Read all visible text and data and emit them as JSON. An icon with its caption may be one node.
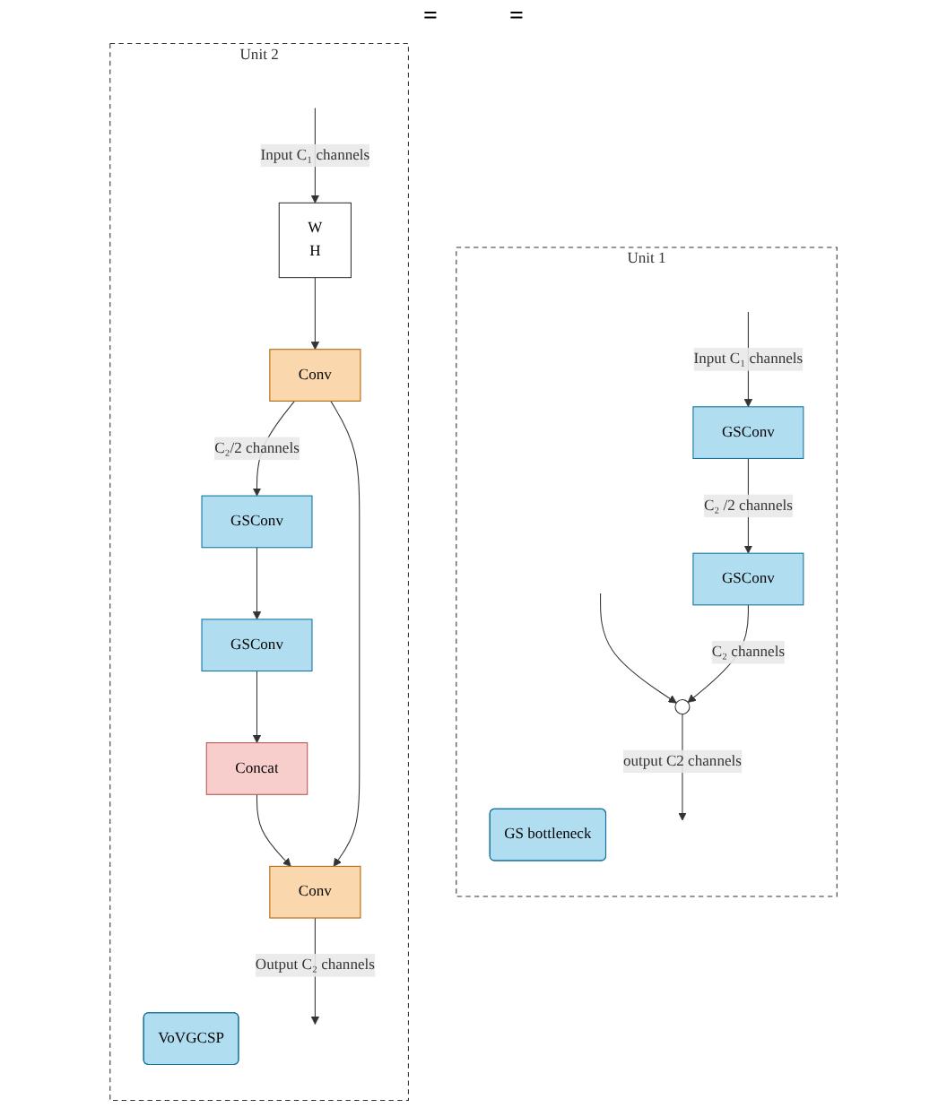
{
  "diagram": {
    "nodes": [
      {
        "text": [
          "Unit 1"
        ]
      },
      {
        "text": [
          "GS bottleneck"
        ],
        "in": 0
      },
      {
        "text": [
          "GSConv"
        ],
        "in": 0
      },
      {
        "text": [
          "GSConv"
        ],
        "in": 0
      },
      {
        "text": [],
        "shape": "circle",
        "in": 0
      },
      {
        "text": [
          "Unit 2"
        ]
      },
      {
        "text": [
          "VoVGCSP"
        ],
        "in": 5
      },
      {
        "text": [
          "W",
          "H"
        ],
        "in": 5
      },
      {
        "text": [
          "Conv"
        ],
        "in": 5
      },
      {
        "text": [
          "GSConv"
        ],
        "in": 5
      },
      {
        "text": [
          "GSConv"
        ],
        "in": 5
      },
      {
        "text": [
          "Concat"
        ],
        "in": 5
      },
      {
        "text": [
          "Conv"
        ],
        "in": 5
      }
    ],
    "edges": [
      {
        "from": null,
        "to": 2,
        "arrow": "to",
        "label": "Input C₁ channels"
      },
      {
        "from": null,
        "to": 4,
        "arrow": "to"
      },
      {
        "from": 2,
        "to": 3,
        "arrow": "to",
        "label": "C₂ /2 channels"
      },
      {
        "from": 3,
        "to": 4,
        "arrow": "to",
        "label": "C₂ channels"
      },
      {
        "from": 4,
        "to": null,
        "arrow": "to",
        "label": "output C2 channels"
      },
      {
        "from": null,
        "to": 7,
        "arrow": "to",
        "label": "Input C₁ channels"
      },
      {
        "from": 7,
        "to": 8,
        "arrow": "to"
      },
      {
        "from": 8,
        "to": 9,
        "arrow": "to",
        "label": "C₂/2 channels"
      },
      {
        "from": 9,
        "to": 10,
        "arrow": "to"
      },
      {
        "from": 10,
        "to": 11,
        "arrow": "to"
      },
      {
        "from": 11,
        "to": 12,
        "arrow": "to"
      },
      {
        "from": 8,
        "to": 12,
        "arrow": "to"
      },
      {
        "from": 12,
        "to": null,
        "arrow": "to",
        "label": "Output C₂ channels"
      }
    ],
    "labels": [
      "=",
      "="
    ]
  }
}
